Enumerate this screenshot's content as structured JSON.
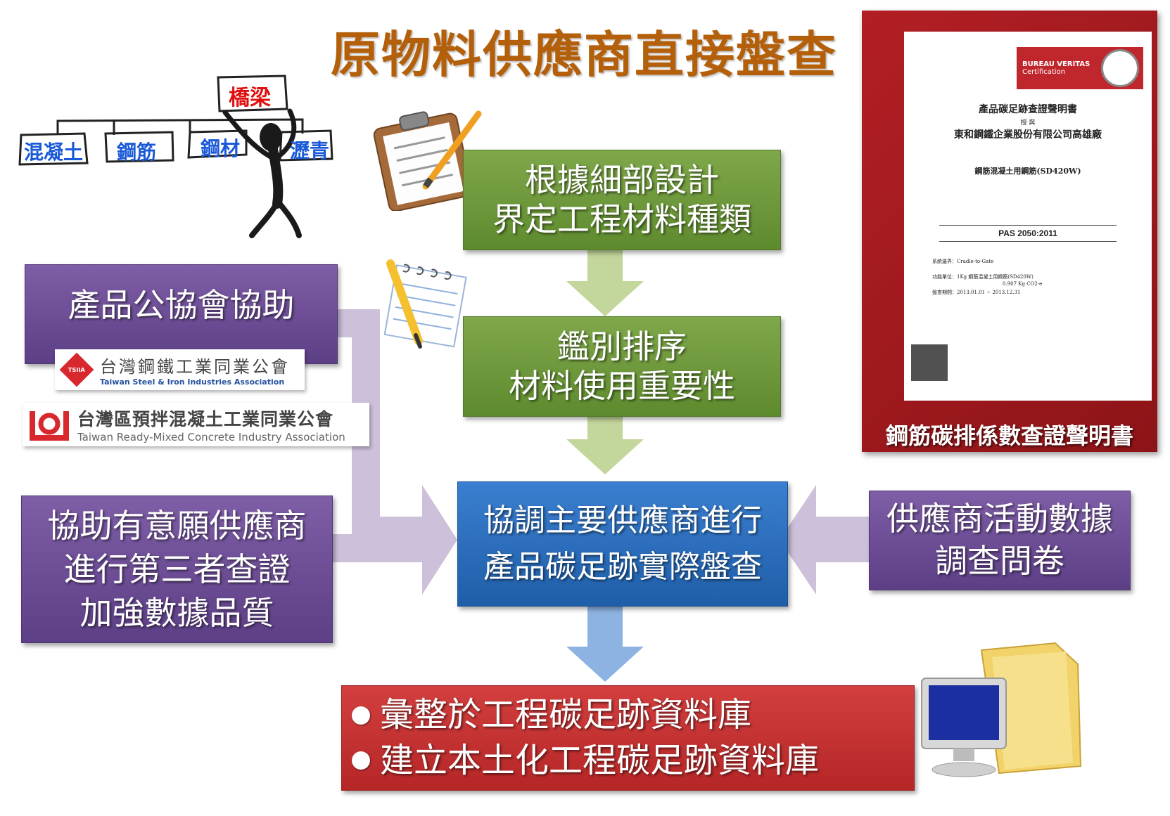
{
  "title": "原物料供應商直接盤查",
  "sketch": {
    "top_label": "橋梁",
    "items": [
      "混凝土",
      "鋼筋",
      "鋼材",
      "瀝青"
    ]
  },
  "flow": {
    "step1": [
      "根據細部設計",
      "界定工程材料種類"
    ],
    "step2": [
      "鑑別排序",
      "材料使用重要性"
    ],
    "step3": [
      "協調主要供應商進行",
      "產品碳足跡實際盤查"
    ],
    "result": [
      "彙整於工程碳足跡資料庫",
      "建立本土化工程碳足跡資料庫"
    ]
  },
  "left": {
    "association_box": "產品公協會協助",
    "logo1": {
      "abbr": "TSIIA",
      "name": "台灣鋼鐵工業同業公會",
      "english": "Taiwan Steel & Iron Industries Association"
    },
    "logo2": {
      "name": "台灣區預拌混凝土工業同業公會",
      "english": "Taiwan Ready-Mixed Concrete Industry Association"
    },
    "assist_box": [
      "協助有意願供應商",
      "進行第三者查證",
      "加強數據品質"
    ]
  },
  "right": {
    "survey_box": [
      "供應商活動數據",
      "調查問卷"
    ],
    "certificate": {
      "brand_line1": "BUREAU VERITAS",
      "brand_line2": "Certification",
      "heading": "產品碳足跡查證聲明書",
      "granted": "授 與",
      "company": "東和鋼鐵企業股份有限公司高雄廠",
      "product": "鋼筋混凝土用鋼筋(SD420W)",
      "standard": "PAS 2050:2011",
      "boundary": "系統邊界：Cradle-to-Gate",
      "unit": "功能單位：1Kg 鋼筋混凝土用鋼筋(SD420W)",
      "emission": "0.907 Kg CO2-e",
      "period": "盤查期間：2013.01.01 ~ 2013.12.31",
      "caption": "鋼筋碳排係數查證聲明書"
    }
  },
  "colors": {
    "title": "#b45f0a",
    "green": "#6b9638",
    "purple": "#6a4b94",
    "blue": "#2a6cc0",
    "red": "#c33030",
    "arrow_green": "#c3d69b",
    "arrow_purple": "#ccc0da",
    "arrow_blue": "#8db3e2"
  }
}
